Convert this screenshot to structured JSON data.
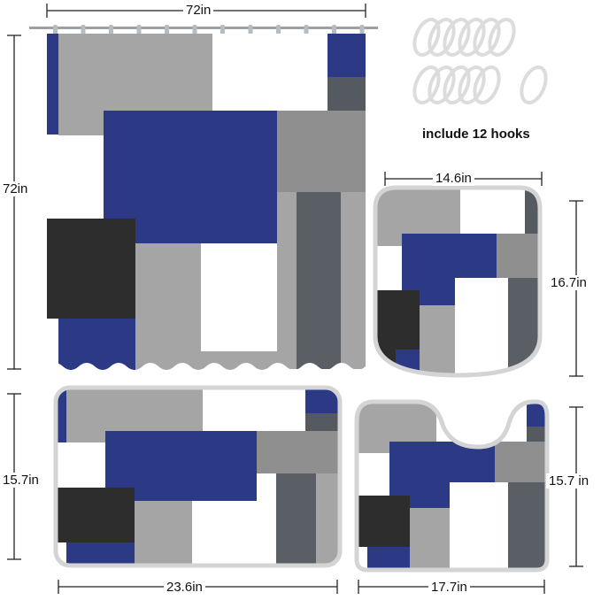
{
  "palette": {
    "navy": "#2c3a86",
    "gray_light": "#a7a7a7",
    "gray_mid": "#8a8a8a",
    "gray_dark": "#555a60",
    "charcoal": "#2d2d2d",
    "white": "#ffffff"
  },
  "dimensions": {
    "curtain_width": "72in",
    "curtain_height": "72in",
    "lid_cover_width": "14.6in",
    "lid_cover_height": "16.7in",
    "bath_mat_height": "15.7in",
    "bath_mat_width": "23.6in",
    "contour_mat_height": "15.7 in",
    "contour_mat_width": "17.7in"
  },
  "hooks": {
    "caption": "include 12 hooks",
    "count": 12
  }
}
